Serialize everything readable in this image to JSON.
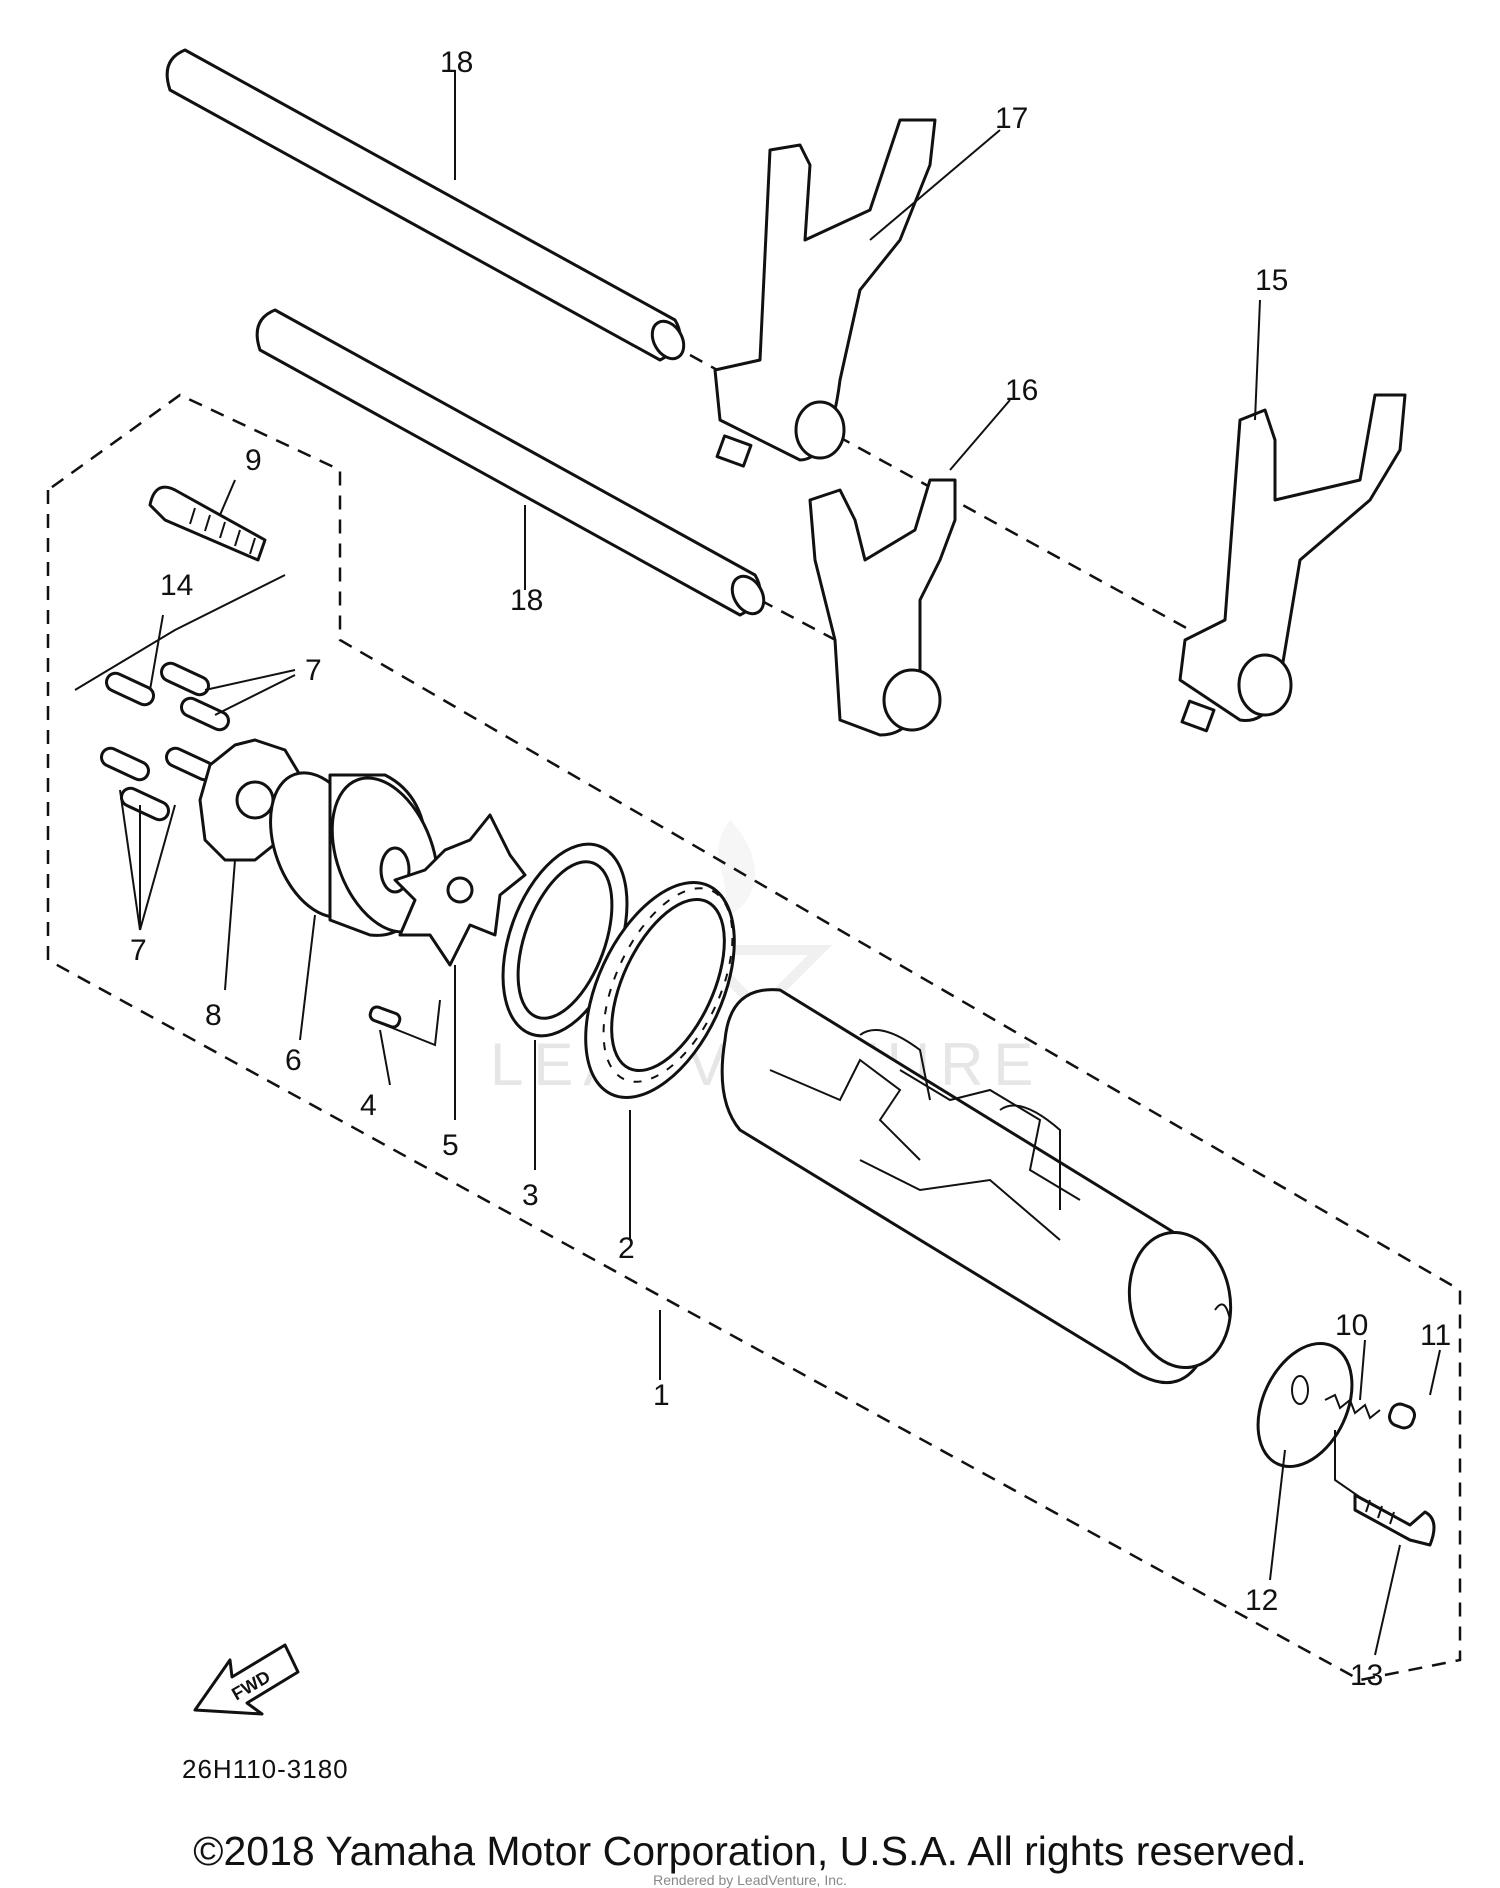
{
  "diagram": {
    "callouts": {
      "c1": "1",
      "c2": "2",
      "c3": "3",
      "c4": "4",
      "c5": "5",
      "c6": "6",
      "c7a": "7",
      "c7b": "7",
      "c8": "8",
      "c9": "9",
      "c10": "10",
      "c11": "11",
      "c12": "12",
      "c13": "13",
      "c14": "14",
      "c15": "15",
      "c16": "16",
      "c17": "17",
      "c18a": "18",
      "c18b": "18"
    },
    "fwd_label": "FWD",
    "watermark": "LEADVENTURE",
    "diagram_code": "26H110-3180"
  },
  "footer": {
    "copyright": "©2018 Yamaha Motor Corporation, U.S.A. All rights reserved.",
    "rendered_by": "Rendered by LeadVenture, Inc."
  }
}
